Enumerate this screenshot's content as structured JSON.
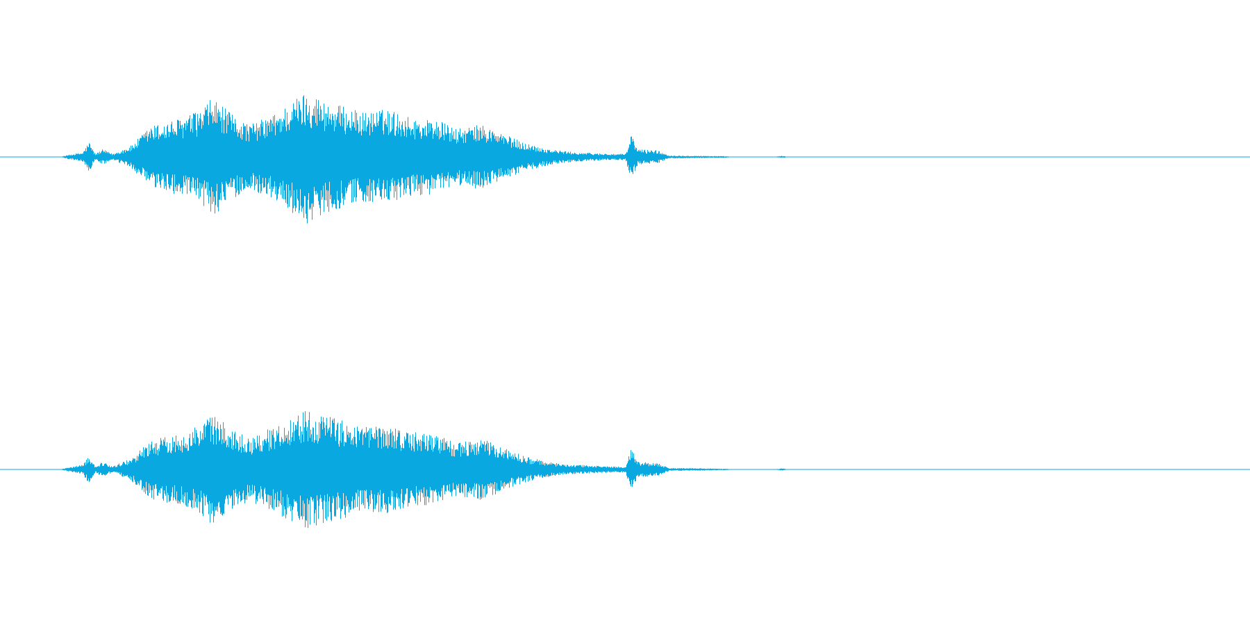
{
  "chart_data": {
    "type": "area",
    "title": "",
    "xlabel": "",
    "ylabel": "",
    "grid": false,
    "legend": "none",
    "color": "#0aa8e0",
    "x_range": [
      0,
      1
    ],
    "y_range": [
      -1,
      1
    ],
    "channels": [
      {
        "envelope": [
          [
            0.0,
            0.0
          ],
          [
            0.048,
            0.0
          ],
          [
            0.055,
            0.03
          ],
          [
            0.066,
            0.06
          ],
          [
            0.071,
            0.2
          ],
          [
            0.076,
            0.04
          ],
          [
            0.082,
            0.1
          ],
          [
            0.09,
            0.04
          ],
          [
            0.105,
            0.15
          ],
          [
            0.12,
            0.4
          ],
          [
            0.14,
            0.48
          ],
          [
            0.16,
            0.6
          ],
          [
            0.17,
            0.77
          ],
          [
            0.185,
            0.55
          ],
          [
            0.2,
            0.42
          ],
          [
            0.22,
            0.56
          ],
          [
            0.245,
            0.86
          ],
          [
            0.26,
            0.72
          ],
          [
            0.29,
            0.58
          ],
          [
            0.31,
            0.62
          ],
          [
            0.33,
            0.5
          ],
          [
            0.35,
            0.48
          ],
          [
            0.365,
            0.36
          ],
          [
            0.385,
            0.42
          ],
          [
            0.395,
            0.35
          ],
          [
            0.42,
            0.18
          ],
          [
            0.44,
            0.1
          ],
          [
            0.46,
            0.06
          ],
          [
            0.49,
            0.04
          ],
          [
            0.5,
            0.04
          ],
          [
            0.505,
            0.3
          ],
          [
            0.51,
            0.1
          ],
          [
            0.525,
            0.09
          ],
          [
            0.535,
            0.02
          ],
          [
            0.58,
            0.01
          ],
          [
            0.585,
            0.003
          ],
          [
            0.62,
            0.003
          ],
          [
            0.625,
            0.015
          ],
          [
            0.63,
            0.003
          ],
          [
            1.0,
            0.003
          ]
        ]
      },
      {
        "envelope": [
          [
            0.0,
            0.0
          ],
          [
            0.048,
            0.0
          ],
          [
            0.055,
            0.03
          ],
          [
            0.066,
            0.06
          ],
          [
            0.071,
            0.19
          ],
          [
            0.076,
            0.04
          ],
          [
            0.082,
            0.1
          ],
          [
            0.09,
            0.04
          ],
          [
            0.105,
            0.15
          ],
          [
            0.12,
            0.38
          ],
          [
            0.14,
            0.45
          ],
          [
            0.16,
            0.58
          ],
          [
            0.17,
            0.72
          ],
          [
            0.185,
            0.52
          ],
          [
            0.2,
            0.42
          ],
          [
            0.22,
            0.56
          ],
          [
            0.245,
            0.78
          ],
          [
            0.26,
            0.7
          ],
          [
            0.29,
            0.56
          ],
          [
            0.31,
            0.58
          ],
          [
            0.33,
            0.48
          ],
          [
            0.35,
            0.46
          ],
          [
            0.365,
            0.34
          ],
          [
            0.385,
            0.4
          ],
          [
            0.395,
            0.33
          ],
          [
            0.42,
            0.17
          ],
          [
            0.44,
            0.09
          ],
          [
            0.46,
            0.06
          ],
          [
            0.49,
            0.04
          ],
          [
            0.5,
            0.04
          ],
          [
            0.505,
            0.28
          ],
          [
            0.51,
            0.1
          ],
          [
            0.525,
            0.09
          ],
          [
            0.535,
            0.02
          ],
          [
            0.58,
            0.01
          ],
          [
            0.585,
            0.003
          ],
          [
            0.62,
            0.003
          ],
          [
            0.625,
            0.015
          ],
          [
            0.63,
            0.003
          ],
          [
            1.0,
            0.003
          ]
        ]
      }
    ]
  }
}
